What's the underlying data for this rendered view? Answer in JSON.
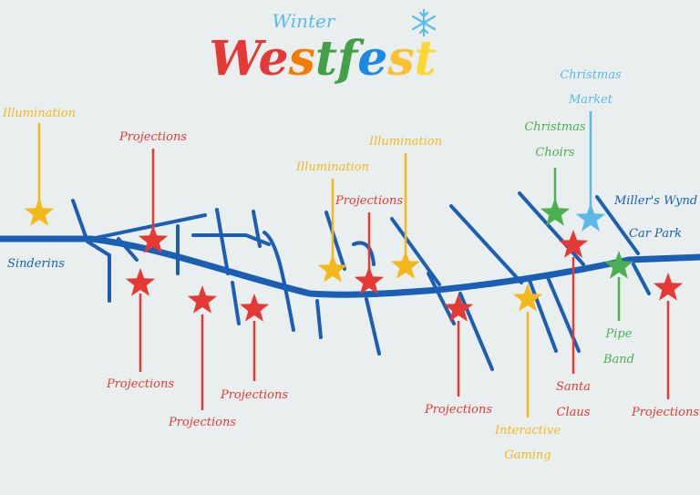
{
  "title": {
    "line1": "Winter",
    "line2_letters": [
      {
        "ch": "W",
        "color": "#e53935"
      },
      {
        "ch": "e",
        "color": "#e53935"
      },
      {
        "ch": "s",
        "color": "#f57c00"
      },
      {
        "ch": "t",
        "color": "#43a047"
      },
      {
        "ch": "f",
        "color": "#43a047"
      },
      {
        "ch": "e",
        "color": "#1e88e5"
      },
      {
        "ch": "s",
        "color": "#fbc02d"
      },
      {
        "ch": "t",
        "color": "#fdd835"
      }
    ],
    "snowflake_icon": "snowflake-icon"
  },
  "colors": {
    "background": "#e9efee",
    "road": "#1a5fb4",
    "projections": "#e53935",
    "illumination": "#f5b81c",
    "choirs_band": "#4caf50",
    "market": "#5bb8e8"
  },
  "place_labels": {
    "sinderins": "Sinderins",
    "car_park_line1": "Miller's Wynd",
    "car_park_line2": "Car Park"
  },
  "attractions": {
    "illumination_1": "Illumination",
    "projections_1": "Projections",
    "projections_2": "Projections",
    "projections_3": "Projections",
    "projections_4": "Projections",
    "illumination_2": "Illumination",
    "projections_5": "Projections",
    "illumination_3": "Illumination",
    "projections_6": "Projections",
    "gaming_line1": "Interactive",
    "gaming_line2": "Gaming",
    "choirs_line1": "Christmas",
    "choirs_line2": "Choirs",
    "market_line1": "Christmas",
    "market_line2": "Market",
    "santa_line1": "Santa",
    "santa_line2": "Claus",
    "band_line1": "Pipe",
    "band_line2": "Band",
    "projections_7": "Projections"
  }
}
